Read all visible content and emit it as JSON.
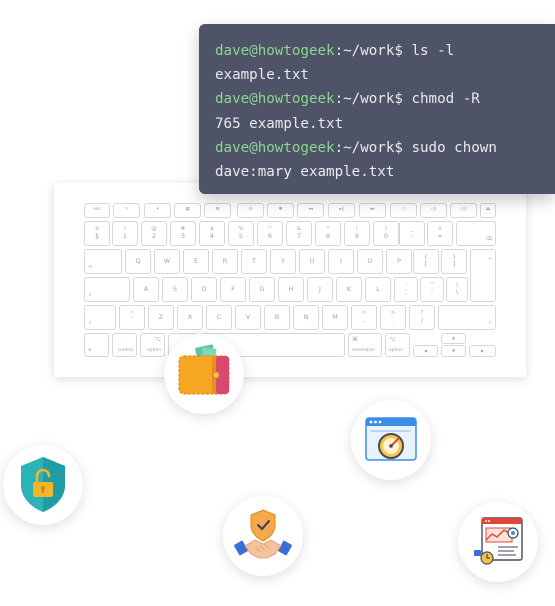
{
  "terminal": {
    "user_host": "dave@howtogeek",
    "lines": [
      {
        "user": "dave@howtogeek",
        "path": ":~/work$",
        "command": " ls -l"
      },
      {
        "text": "example.txt"
      },
      {
        "user": "dave@howtogeek",
        "path": ":~/work$",
        "command": " chmod -R"
      },
      {
        "text": "765 example.txt"
      },
      {
        "user": "dave@howtogeek",
        "path": ":~/work$",
        "command": " sudo chown"
      },
      {
        "text": "dave:mary example.txt"
      }
    ]
  },
  "keyboard": {
    "modifiers": {
      "control": "control",
      "option_left": "option",
      "option_sym": "⌥",
      "command_right": "command",
      "command_sym": "⌘",
      "option_right": "option",
      "option_right_sym": "⌥",
      "fn": "⊕"
    },
    "number_row": [
      {
        "top": "±",
        "bottom": "§"
      },
      {
        "top": "!",
        "bottom": "1"
      },
      {
        "top": "@",
        "bottom": "2"
      },
      {
        "top": "#",
        "bottom": "3"
      },
      {
        "top": "$",
        "bottom": "4"
      },
      {
        "top": "%",
        "bottom": "5"
      },
      {
        "top": "^",
        "bottom": "6"
      },
      {
        "top": "&",
        "bottom": "7"
      },
      {
        "top": "*",
        "bottom": "8"
      },
      {
        "top": "(",
        "bottom": "9"
      },
      {
        "top": ")",
        "bottom": "0"
      },
      {
        "top": "_",
        "bottom": "-"
      },
      {
        "top": "+",
        "bottom": "="
      }
    ],
    "row_q": [
      "Q",
      "W",
      "E",
      "R",
      "T",
      "Y",
      "U",
      "I",
      "O",
      "P"
    ],
    "row_q_brackets": [
      {
        "top": "{",
        "bottom": "["
      },
      {
        "top": "}",
        "bottom": "]"
      }
    ],
    "row_a": [
      "A",
      "S",
      "D",
      "F",
      "G",
      "H",
      "J",
      "K",
      "L"
    ],
    "row_a_punct": [
      {
        "top": ":",
        "bottom": ";"
      },
      {
        "top": "\"",
        "bottom": "'"
      },
      {
        "top": "|",
        "bottom": "\\"
      }
    ],
    "row_z": [
      "Z",
      "X",
      "C",
      "V",
      "B",
      "N",
      "M"
    ],
    "row_z_punct": [
      {
        "top": "<",
        "bottom": ","
      },
      {
        "top": ">",
        "bottom": "."
      },
      {
        "top": "?",
        "bottom": "/"
      }
    ],
    "left_row_z": {
      "top": "~",
      "bottom": "`"
    },
    "tab_sym": "⇥",
    "caps_sym": "⇪",
    "shift_sym": "⇧",
    "return_sym": "↵",
    "delete_sym": "⌫",
    "arrows": {
      "up": "▲",
      "left": "◀",
      "down": "▼",
      "right": "▶"
    },
    "function_row": [
      "esc",
      "☼",
      "☀",
      "▦",
      "⊞",
      "⁂",
      "✺",
      "◂◂",
      "▸‖",
      "▸▸",
      "◁",
      "◁)",
      "◁))",
      "⏏"
    ]
  },
  "badges": [
    {
      "name": "wallet",
      "icon": "wallet-icon"
    },
    {
      "name": "dashboard",
      "icon": "browser-gauge-icon"
    },
    {
      "name": "security",
      "icon": "shield-unlock-icon"
    },
    {
      "name": "trust",
      "icon": "handshake-shield-icon"
    },
    {
      "name": "analytics",
      "icon": "monitor-analytics-icon"
    }
  ],
  "colors": {
    "terminal_bg": "#4f5367",
    "prompt_green": "#8ed58f",
    "terminal_text": "#e9ebef",
    "wallet_orange": "#f6a623",
    "shield_teal": "#2bb3b7",
    "browser_blue": "#3a8ee6"
  }
}
